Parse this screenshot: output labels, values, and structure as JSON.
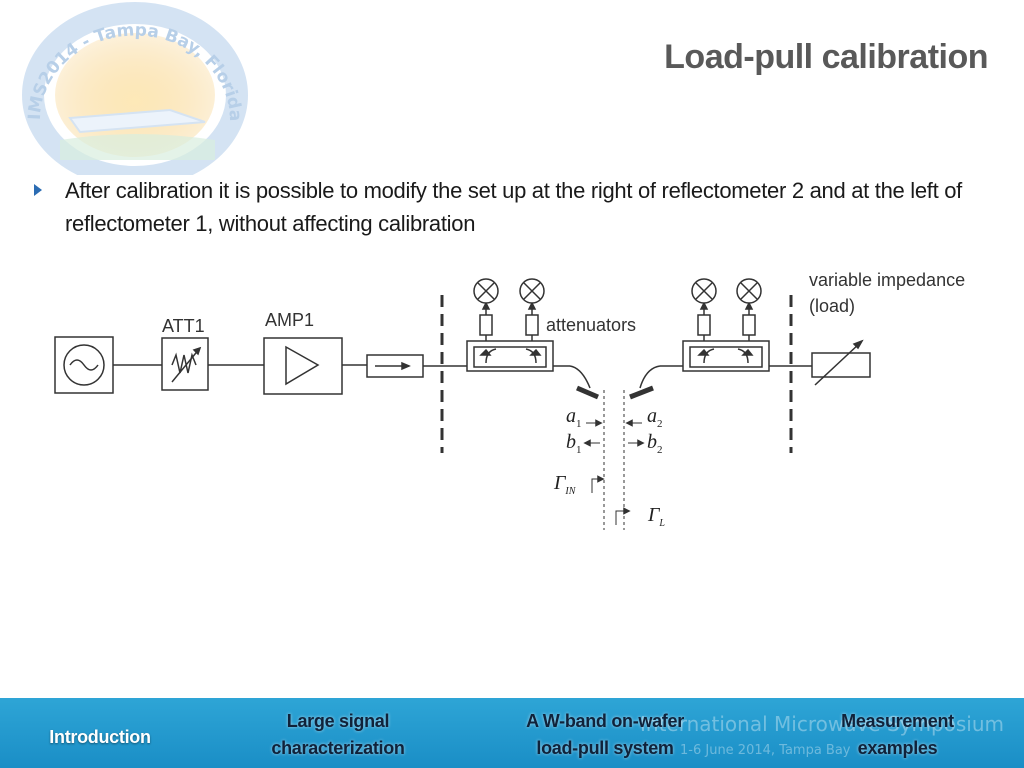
{
  "slide": {
    "title": "Load-pull calibration",
    "bullet": "After calibration it is possible to modify the set up at the right of reflectometer 2 and at the left of reflectometer 1, without affecting calibration"
  },
  "logo": {
    "ring_text": "IMS2014 - Tampa Bay, Florida"
  },
  "diagram": {
    "att_label": "ATT1",
    "amp_label": "AMP1",
    "attenuators_label": "attenuators",
    "load_label_line1": "variable impedance",
    "load_label_line2": "(load)",
    "a1": "a",
    "a1_sub": "1",
    "a2": "a",
    "a2_sub": "2",
    "b1": "b",
    "b1_sub": "1",
    "b2": "b",
    "b2_sub": "2",
    "gamma_in": "Γ",
    "gamma_in_sub": "IN",
    "gamma_l": "Γ",
    "gamma_l_sub": "L"
  },
  "footer": {
    "watermark_line1": "International Microwave Symposium",
    "watermark_line2": "1-6 June 2014, Tampa Bay",
    "nav": [
      {
        "line1": "Introduction",
        "line2": ""
      },
      {
        "line1": "Large signal",
        "line2": "characterization"
      },
      {
        "line1": "A W-band on-wafer",
        "line2": "load-pull system"
      },
      {
        "line1": "Measurement",
        "line2": "examples"
      }
    ]
  },
  "colors": {
    "accent_blue": "#2b6cb3",
    "footer_blue": "#1a8ec6",
    "title_gray": "#595959"
  }
}
